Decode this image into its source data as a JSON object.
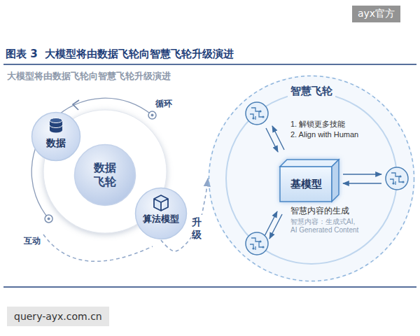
{
  "diagram": {
    "title": "图表 3  大模型将由数据飞轮向智慧飞轮升级演进",
    "nodes": [
      {
        "text": [
          "数据 飞轮"
        ]
      },
      {
        "text": [
          "数据"
        ]
      },
      {
        "text": [
          "算法模型"
        ]
      },
      {
        "text": [
          "智慧飞轮"
        ]
      },
      {
        "text": [
          "基模型"
        ],
        "in": 3
      }
    ],
    "edges": [
      {
        "from": 2,
        "to": 3,
        "label": "升级",
        "arrow": "to"
      }
    ],
    "labels": [
      "ayx官方",
      "大模型将由数据飞轮向智慧飞轮升级演进",
      "循环",
      "互动",
      "1. 解锁更多技能",
      "2. Align with Human",
      "智慧内容的生成",
      "智慧内容：生成式AI,",
      "AI Generated Content",
      "query-ayx.com.cn"
    ]
  }
}
